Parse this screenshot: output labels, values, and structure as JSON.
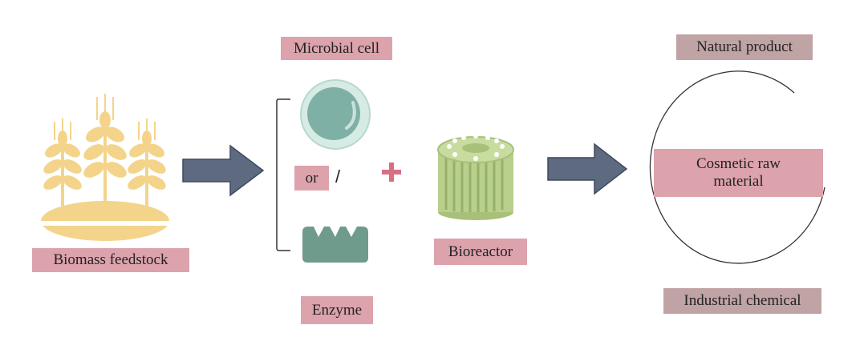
{
  "labels": {
    "biomass": "Biomass feedstock",
    "microbial_cell": "Microbial cell",
    "or": "or",
    "slash": "/",
    "enzyme": "Enzyme",
    "bioreactor": "Bioreactor",
    "natural_product": "Natural product",
    "cosmetic_raw_material": "Cosmetic raw material",
    "industrial_chemical": "Industrial chemical"
  },
  "icons": {
    "wheat": "wheat-icon",
    "arrow": "arrow-right-icon",
    "cell": "microbial-cell-icon",
    "enzyme": "enzyme-icon",
    "plus": "plus-icon",
    "bioreactor": "bioreactor-icon",
    "cycle": "circle-cycle-icon",
    "bracket": "bracket-icon"
  },
  "colors": {
    "label_pink": "#dca3ad",
    "label_mauve": "#c0a3a5",
    "arrow": "#5d6a7f",
    "wheat": "#f3d48a",
    "cell": "#7fb0a6",
    "enzyme": "#6f9b8d",
    "plus": "#d86f82",
    "bioreactor": "#b9cf8c"
  }
}
